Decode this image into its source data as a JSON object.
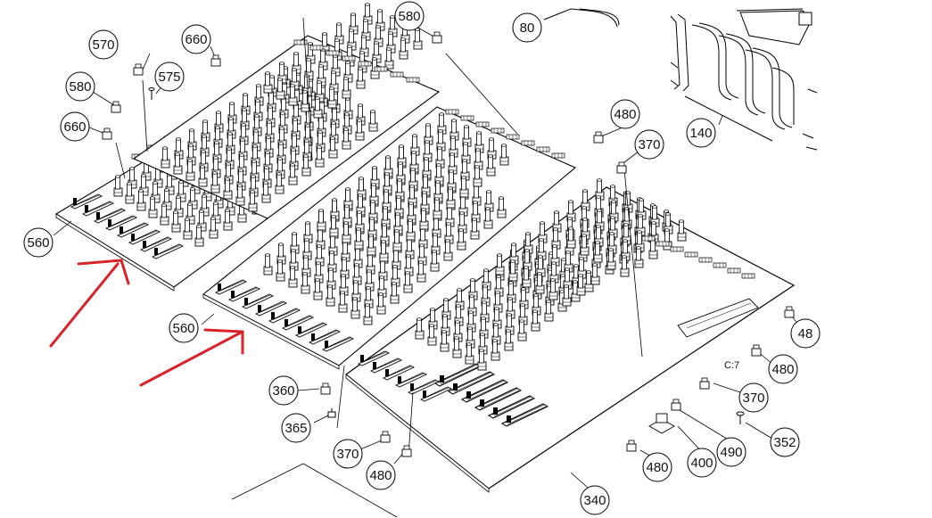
{
  "diagram": {
    "callouts": [
      "570",
      "575",
      "580",
      "660",
      "580",
      "660",
      "560",
      "80",
      "140",
      "480",
      "370",
      "560",
      "360",
      "365",
      "370",
      "480",
      "340",
      "400",
      "490",
      "352",
      "370",
      "480",
      "48",
      "480"
    ],
    "board_marking": "C:7",
    "colors": {
      "line": "#000000",
      "callout_fill": "#ffffff",
      "arrow": "#d8232a",
      "background": "#ffffff"
    }
  }
}
